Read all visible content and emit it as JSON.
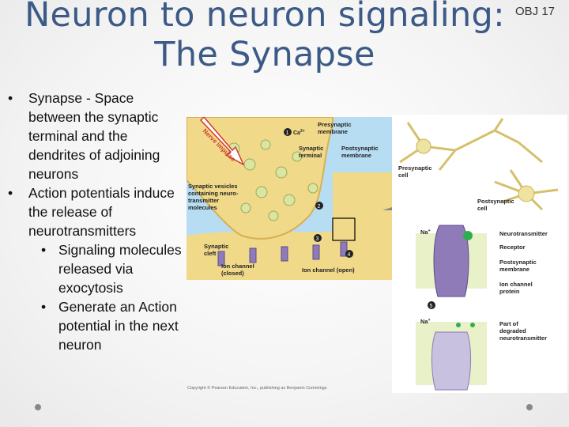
{
  "slide": {
    "title_line1": "Neuron to neuron signaling:",
    "title_line2": "The Synapse",
    "obj_label": "OBJ 17"
  },
  "bullets": [
    {
      "text": "Synapse - Space between the synaptic terminal and the dendrites of adjoining neurons"
    },
    {
      "text": "Action potentials induce the release of neurotransmitters",
      "sub": [
        {
          "text": "Signaling molecules released via exocytosis"
        },
        {
          "text": "Generate an Action potential in the next neuron"
        }
      ]
    }
  ],
  "figure_left": {
    "nerve_impulse": "Nerve impulse",
    "step1": "1",
    "ca_label": "Ca",
    "ca_sup": "2+",
    "presynaptic_membrane": [
      "Presynaptic",
      "membrane"
    ],
    "synaptic_terminal": [
      "Synaptic",
      "terminal"
    ],
    "postsynaptic_membrane": [
      "Postsynaptic",
      "membrane"
    ],
    "synaptic_vesicles": [
      "Synaptic vesicles",
      "containing neuro-",
      "transmitter",
      "molecules"
    ],
    "step2": "2",
    "step3": "3",
    "step4": "4",
    "synaptic_cleft": [
      "Synaptic",
      "cleft"
    ],
    "ion_channel_closed": [
      "Ion channel",
      "(closed)"
    ],
    "ion_channel_open": "Ion channel (open)"
  },
  "figure_right": {
    "presynaptic_cell": [
      "Presynaptic",
      "cell"
    ],
    "postsynaptic_cell": [
      "Postsynaptic",
      "cell"
    ],
    "na_top": "Na",
    "na_top_sup": "+",
    "neurotransmitter": "Neurotransmitter",
    "receptor": "Receptor",
    "postsynaptic_membrane": [
      "Postsynaptic",
      "membrane"
    ],
    "ion_channel_protein": [
      "Ion channel",
      "protein"
    ],
    "step5": "5",
    "na_bottom": "Na",
    "na_bottom_sup": "+",
    "degraded": [
      "Part of",
      "degraded",
      "neurotransmitter"
    ]
  },
  "copyright": "Copyright © Pearson Education, Inc., publishing as Benjamin Cummings",
  "colors": {
    "title": "#3b5a86",
    "cytoplasm": "#f1d98a",
    "cleft": "#b7ddf3",
    "vesicle": "#d9e5a0",
    "channel": "#8e7bb8"
  }
}
